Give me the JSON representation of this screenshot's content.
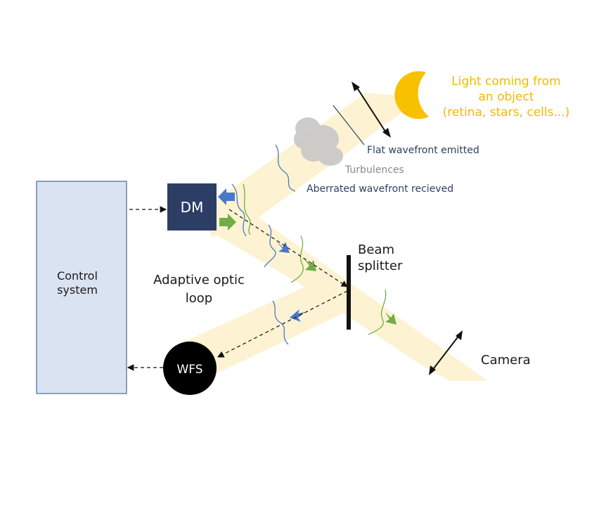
{
  "light_source": {
    "line1": "Light coming from",
    "line2": "an object",
    "line3": "(retina, stars, cells...)"
  },
  "flat_wavefront_label": "Flat wavefront emitted",
  "turbulences_label": "Turbulences",
  "aberrated_label": "Aberrated wavefront recieved",
  "dm_label": "DM",
  "wfs_label": "WFS",
  "control_system": {
    "line1": "Control",
    "line2": "system"
  },
  "loop_label": {
    "line1": "Adaptive optic",
    "line2": "loop"
  },
  "beam_splitter": {
    "line1": "Beam",
    "line2": "splitter"
  },
  "camera_label": "Camera",
  "colors": {
    "beam": "#fdf3d2",
    "sun": "#f7c100",
    "dm": "#2d3e66",
    "control_fill": "#d9e3f2",
    "control_stroke": "#4a6a99",
    "blue_arrow": "#4a78c8",
    "green_arrow": "#70ad47",
    "navy_text": "#2e3f63",
    "gray_text": "#8a8a8a"
  }
}
